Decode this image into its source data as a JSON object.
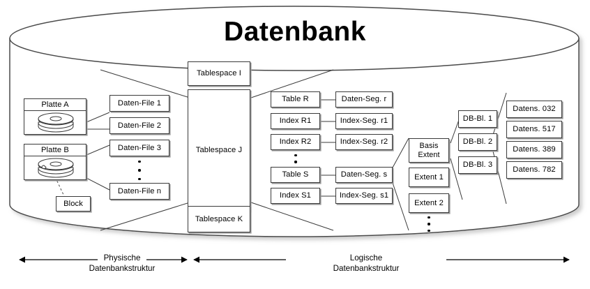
{
  "diagram": {
    "title": "Datenbank",
    "axis_labels": [
      {
        "line1": "Physische",
        "line2": "Datenbankstruktur"
      },
      {
        "line1": "Logische",
        "line2": "Datenbankstruktur"
      }
    ],
    "disks": [
      {
        "label": "Platte A"
      },
      {
        "label": "Platte B"
      }
    ],
    "block": {
      "label": "Block"
    },
    "data_files": [
      {
        "label": "Daten-File 1"
      },
      {
        "label": "Daten-File 2"
      },
      {
        "label": "Daten-File 3"
      },
      {
        "label": "Daten-File n"
      }
    ],
    "tablespaces": [
      {
        "label": "Tablespace I"
      },
      {
        "label": "Tablespace J"
      },
      {
        "label": "Tablespace K"
      }
    ],
    "objects": [
      {
        "label": "Table R"
      },
      {
        "label": "Index R1"
      },
      {
        "label": "Index R2"
      },
      {
        "label": "Table S"
      },
      {
        "label": "Index S1"
      }
    ],
    "segments": [
      {
        "label": "Daten-Seg. r"
      },
      {
        "label": "Index-Seg. r1"
      },
      {
        "label": "Index-Seg. r2"
      },
      {
        "label": "Daten-Seg. s"
      },
      {
        "label": "Index-Seg. s1"
      }
    ],
    "extents": [
      {
        "line1": "Basis",
        "line2": "Extent"
      },
      {
        "label": "Extent 1"
      },
      {
        "label": "Extent 2"
      }
    ],
    "db_blocks": [
      {
        "label": "DB-Bl. 1"
      },
      {
        "label": "DB-Bl. 2"
      },
      {
        "label": "DB-Bl. 3"
      }
    ],
    "records": [
      {
        "label": "Datens. 032"
      },
      {
        "label": "Datens. 517"
      },
      {
        "label": "Datens. 389"
      },
      {
        "label": "Datens. 782"
      }
    ],
    "colors": {
      "stroke": "#3a3a3a",
      "cylinder": "#4a4a4a",
      "shadow": "#9a9a9a",
      "background": "#ffffff"
    }
  }
}
